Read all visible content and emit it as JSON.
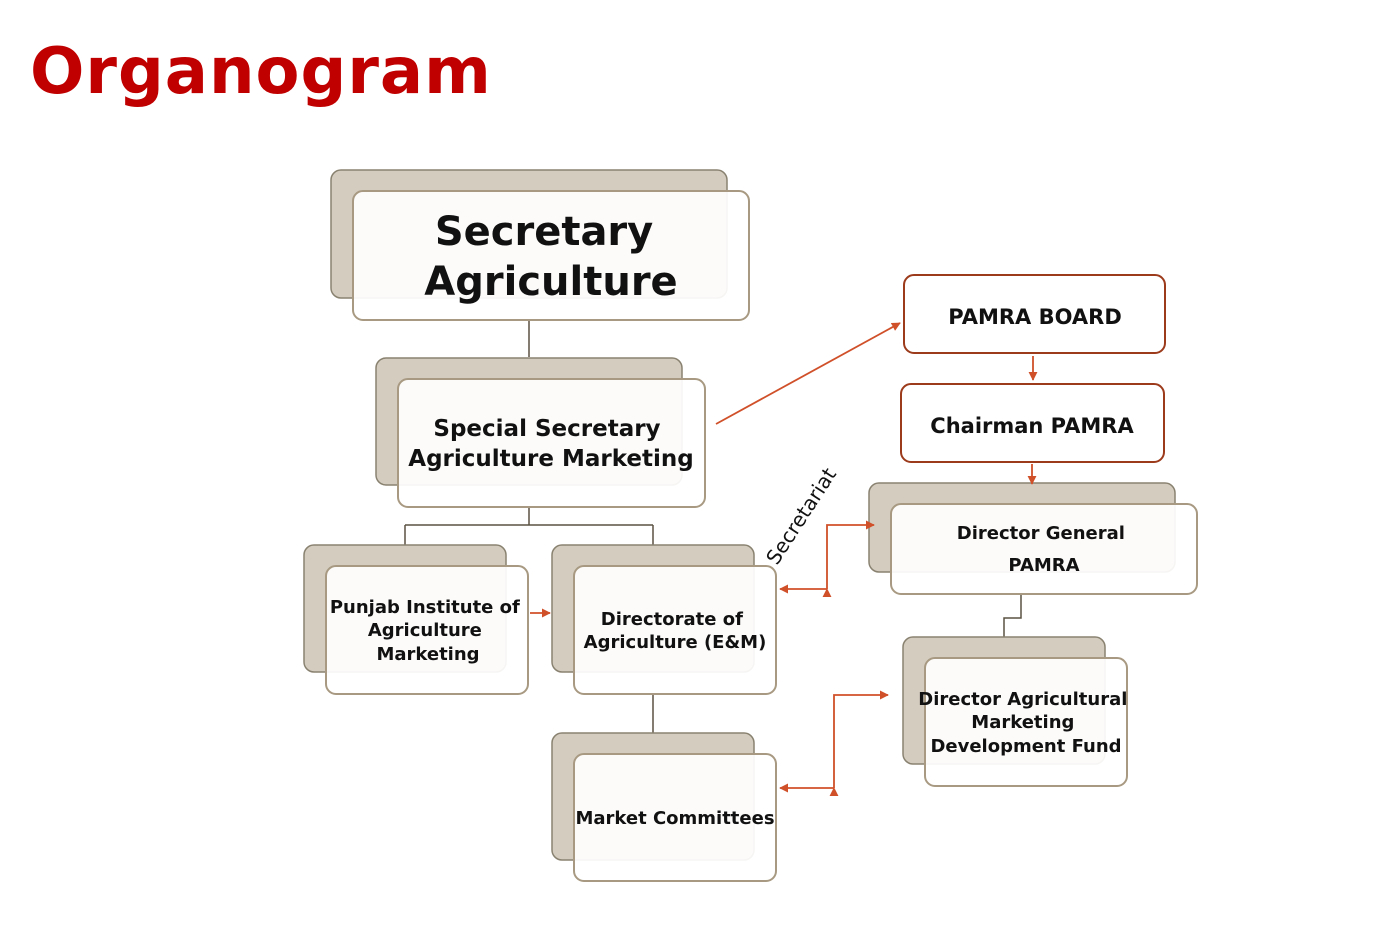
{
  "title": "Organogram",
  "nodes": {
    "secretary": [
      "Secretary",
      "Agriculture"
    ],
    "special_secretary": [
      "Special Secretary",
      "Agriculture Marketing"
    ],
    "pamra_board": [
      "PAMRA BOARD"
    ],
    "chairman": [
      "Chairman PAMRA"
    ],
    "director_general": [
      "Director General",
      "PAMRA"
    ],
    "punjab_institute": [
      "Punjab Institute of",
      "Agriculture",
      "Marketing"
    ],
    "directorate": [
      "Directorate of",
      "Agriculture (E&M)"
    ],
    "market_committees": [
      "Market Committees"
    ],
    "director_fund": [
      "Director Agricultural",
      "Marketing",
      "Development Fund"
    ]
  },
  "secretariat_label": "Secretariat",
  "colors": {
    "title": "#c00000",
    "arrow": "#d0502a",
    "connector": "#5a5140"
  }
}
